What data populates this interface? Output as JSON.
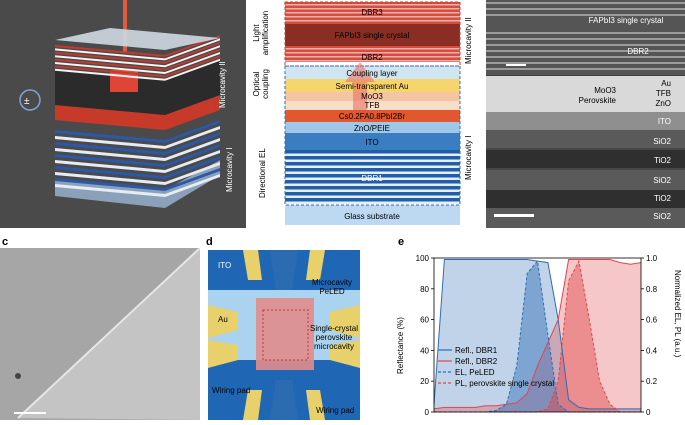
{
  "panel_a": {
    "microcavity_ii": "Microcavity II",
    "microcavity_i": "Microcavity I"
  },
  "panel_b": {
    "light_amplification": "Light amplification",
    "optical_coupling": "Optical coupling",
    "directional_el": "Directional EL",
    "microcavity_ii": "Microcavity II",
    "microcavity_i": "Microcavity I",
    "layers": {
      "dbr3": "DBR3",
      "fapbi3": "FAPbI3 single crystal",
      "dbr2": "DBR2",
      "coupling": "Coupling layer",
      "au": "Semi-transparent Au",
      "moo3": "MoO3",
      "tfb": "TFB",
      "perovskite": "Cs0.2FA0.8PbI2Br",
      "zno": "ZnO/PEIE",
      "ito": "ITO",
      "dbr1": "DBR1",
      "glass": "Glass substrate"
    }
  },
  "panel_sem": {
    "fapbi3": "FAPbI3 single crystal",
    "dbr2": "DBR2",
    "au": "Au",
    "tfb": "TFB",
    "moo3": "MoO3",
    "perovskite": "Perovskite",
    "zno": "ZnO",
    "ito": "ITO",
    "sio2": "SiO2",
    "tio2": "TiO2"
  },
  "panel_c": {
    "letter": "c"
  },
  "panel_d": {
    "letter": "d",
    "ito": "ITO",
    "au": "Au",
    "microcavity_peled": "Microcavity PeLED",
    "single_crystal": "Single-crystal perovskite microcavity",
    "wiring_pad_left": "Wiring pad",
    "wiring_pad_bottom": "Wiring pad"
  },
  "panel_e": {
    "letter": "e",
    "y_left_label": "Reflectance (%)",
    "y_right_label": "Normalized EL, PL (a.u.)",
    "y_left_ticks": [
      "0",
      "20",
      "40",
      "60",
      "80",
      "100"
    ],
    "y_right_ticks": [
      "0",
      "0.2",
      "0.4",
      "0.6",
      "0.8",
      "1.0"
    ],
    "legend": [
      {
        "label": "Refl., DBR1",
        "color": "#2f6db5",
        "style": "solid"
      },
      {
        "label": "Refl., DBR2",
        "color": "#e0474a",
        "style": "solid"
      },
      {
        "label": "EL, PeLED",
        "color": "#2f6db5",
        "style": "dashed"
      },
      {
        "label": "PL, perovskite single crystal",
        "color": "#e0474a",
        "style": "dashed"
      }
    ]
  },
  "chart_data": {
    "type": "line",
    "title": "",
    "xlabel": "",
    "ylabel": "Reflectance (%)",
    "ylabel_right": "Normalized EL, PL (a.u.)",
    "ylim": [
      0,
      100
    ],
    "ylim_right": [
      0,
      1.0
    ],
    "x": [
      0,
      5,
      10,
      15,
      20,
      25,
      30,
      35,
      40,
      45,
      50,
      55,
      60,
      65,
      70,
      75,
      80,
      85,
      90,
      95,
      100
    ],
    "series": [
      {
        "name": "Refl., DBR1",
        "axis": "left",
        "values": [
          5,
          99,
          99,
          99,
          99,
          99,
          99,
          99,
          99,
          99,
          98,
          97,
          60,
          8,
          3,
          2,
          2,
          2,
          2,
          2,
          2
        ]
      },
      {
        "name": "Refl., DBR2",
        "axis": "left",
        "values": [
          2,
          3,
          3,
          3,
          3,
          4,
          4,
          5,
          6,
          12,
          30,
          45,
          60,
          99,
          99,
          99,
          99,
          99,
          97,
          96,
          97
        ]
      },
      {
        "name": "EL, PeLED",
        "axis": "right",
        "values": [
          0,
          0,
          0,
          0,
          0,
          0,
          0.01,
          0.05,
          0.3,
          0.9,
          0.98,
          0.5,
          0.05,
          0,
          0,
          0,
          0,
          0,
          0,
          0,
          0
        ]
      },
      {
        "name": "PL, perovskite single crystal",
        "axis": "right",
        "values": [
          0,
          0,
          0,
          0,
          0,
          0,
          0,
          0,
          0,
          0,
          0,
          0.02,
          0.2,
          0.85,
          0.98,
          0.6,
          0.2,
          0.05,
          0,
          0,
          0
        ]
      }
    ]
  }
}
